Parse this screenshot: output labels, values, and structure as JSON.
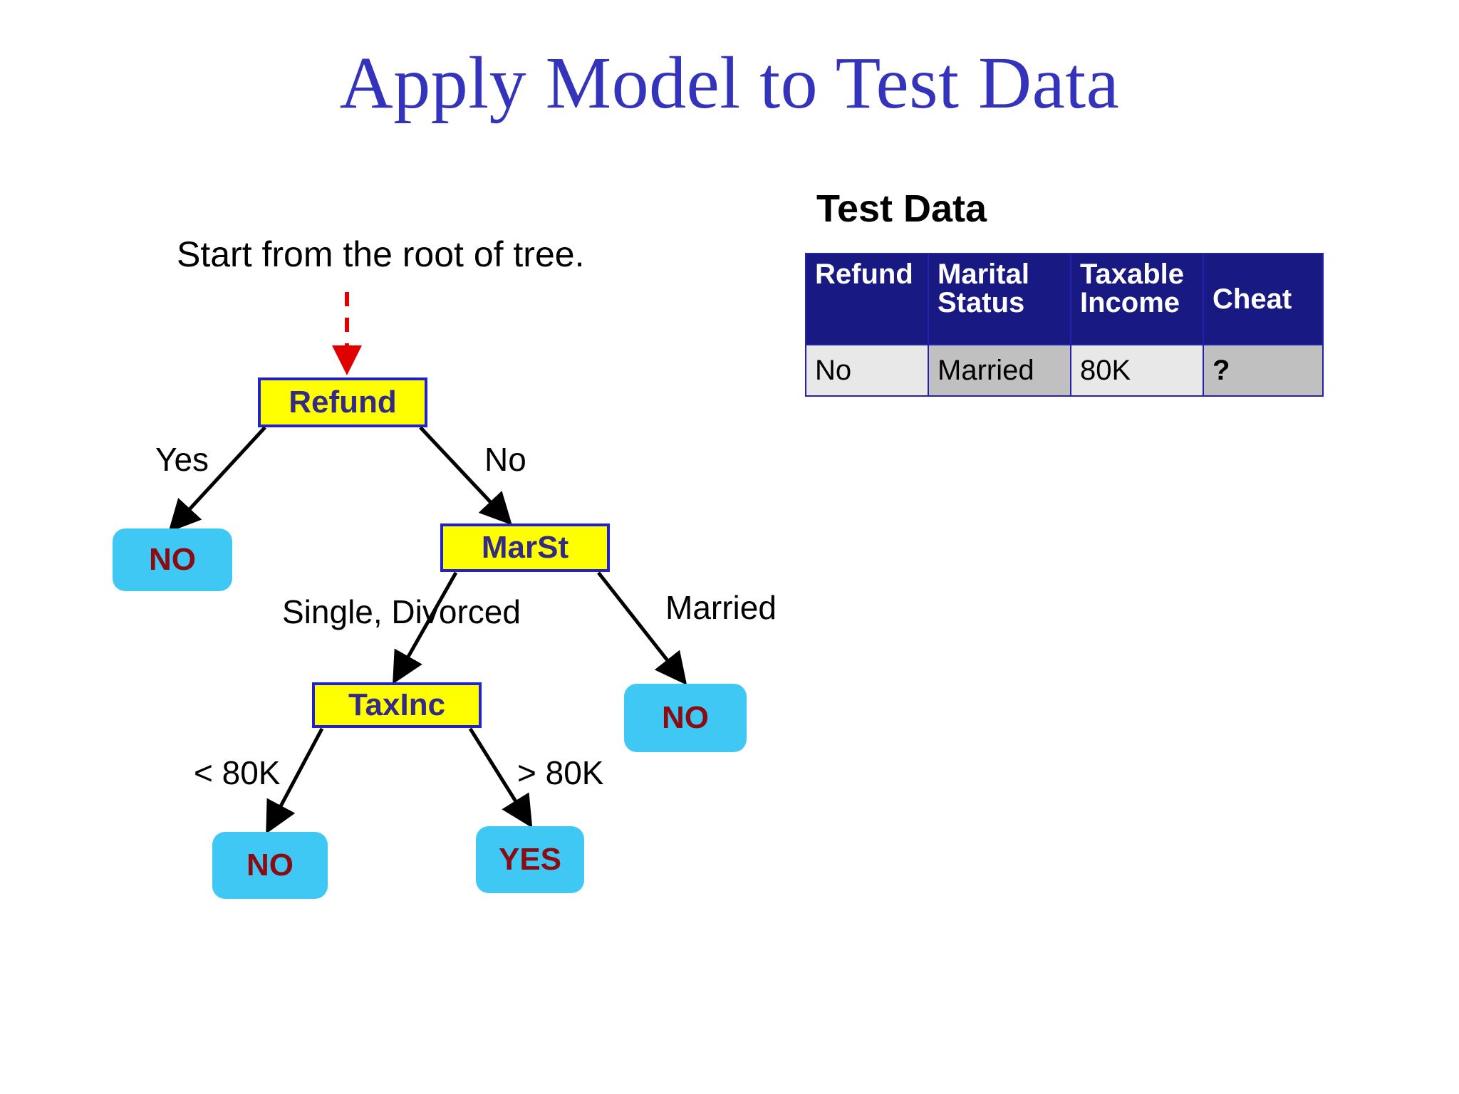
{
  "slide": {
    "title": "Apply Model to Test Data",
    "title_color": "#3333BB",
    "background": "#ffffff"
  },
  "annotation": {
    "start_note": "Start from the root of tree.",
    "pointer_color": "#E00000",
    "pointer_style": "dashed-down-arrow"
  },
  "tree": {
    "decision_nodes": [
      {
        "id": "refund",
        "label": "Refund"
      },
      {
        "id": "marst",
        "label": "MarSt"
      },
      {
        "id": "taxinc",
        "label": "TaxInc"
      }
    ],
    "leaf_nodes": [
      {
        "id": "no-refund-yes",
        "label": "NO"
      },
      {
        "id": "no-married",
        "label": "NO"
      },
      {
        "id": "no-low",
        "label": "NO"
      },
      {
        "id": "yes-high",
        "label": "YES"
      }
    ],
    "edge_labels": [
      {
        "id": "yes",
        "label": "Yes"
      },
      {
        "id": "no",
        "label": "No"
      },
      {
        "id": "single",
        "label": "Single, Divorced"
      },
      {
        "id": "married",
        "label": "Married"
      },
      {
        "id": "lt80k",
        "label": "< 80K"
      },
      {
        "id": "gt80k",
        "label": "> 80K"
      }
    ],
    "colors": {
      "decision_fill": "#FFFF00",
      "decision_border": "#2222CC",
      "decision_text": "#332B86",
      "leaf_fill": "#3FC8F4",
      "leaf_text": "#8B0B13",
      "edge_line": "#000000"
    }
  },
  "test_data": {
    "heading": "Test Data",
    "columns": [
      "Refund",
      "Marital Status",
      "Taxable Income",
      "Cheat"
    ],
    "column_lines": [
      [
        "Refund"
      ],
      [
        "Marital",
        "Status"
      ],
      [
        "Taxable",
        "Income"
      ],
      [
        "Cheat"
      ]
    ],
    "rows": [
      {
        "refund": "No",
        "marital_status": "Married",
        "taxable_income": "80K",
        "cheat": "?"
      }
    ],
    "colors": {
      "header_fill": "#191984",
      "header_text": "#FFFFFF",
      "cell_light": "#E8E8E8",
      "cell_dark": "#C0C0C0",
      "border": "#2222AA"
    }
  }
}
